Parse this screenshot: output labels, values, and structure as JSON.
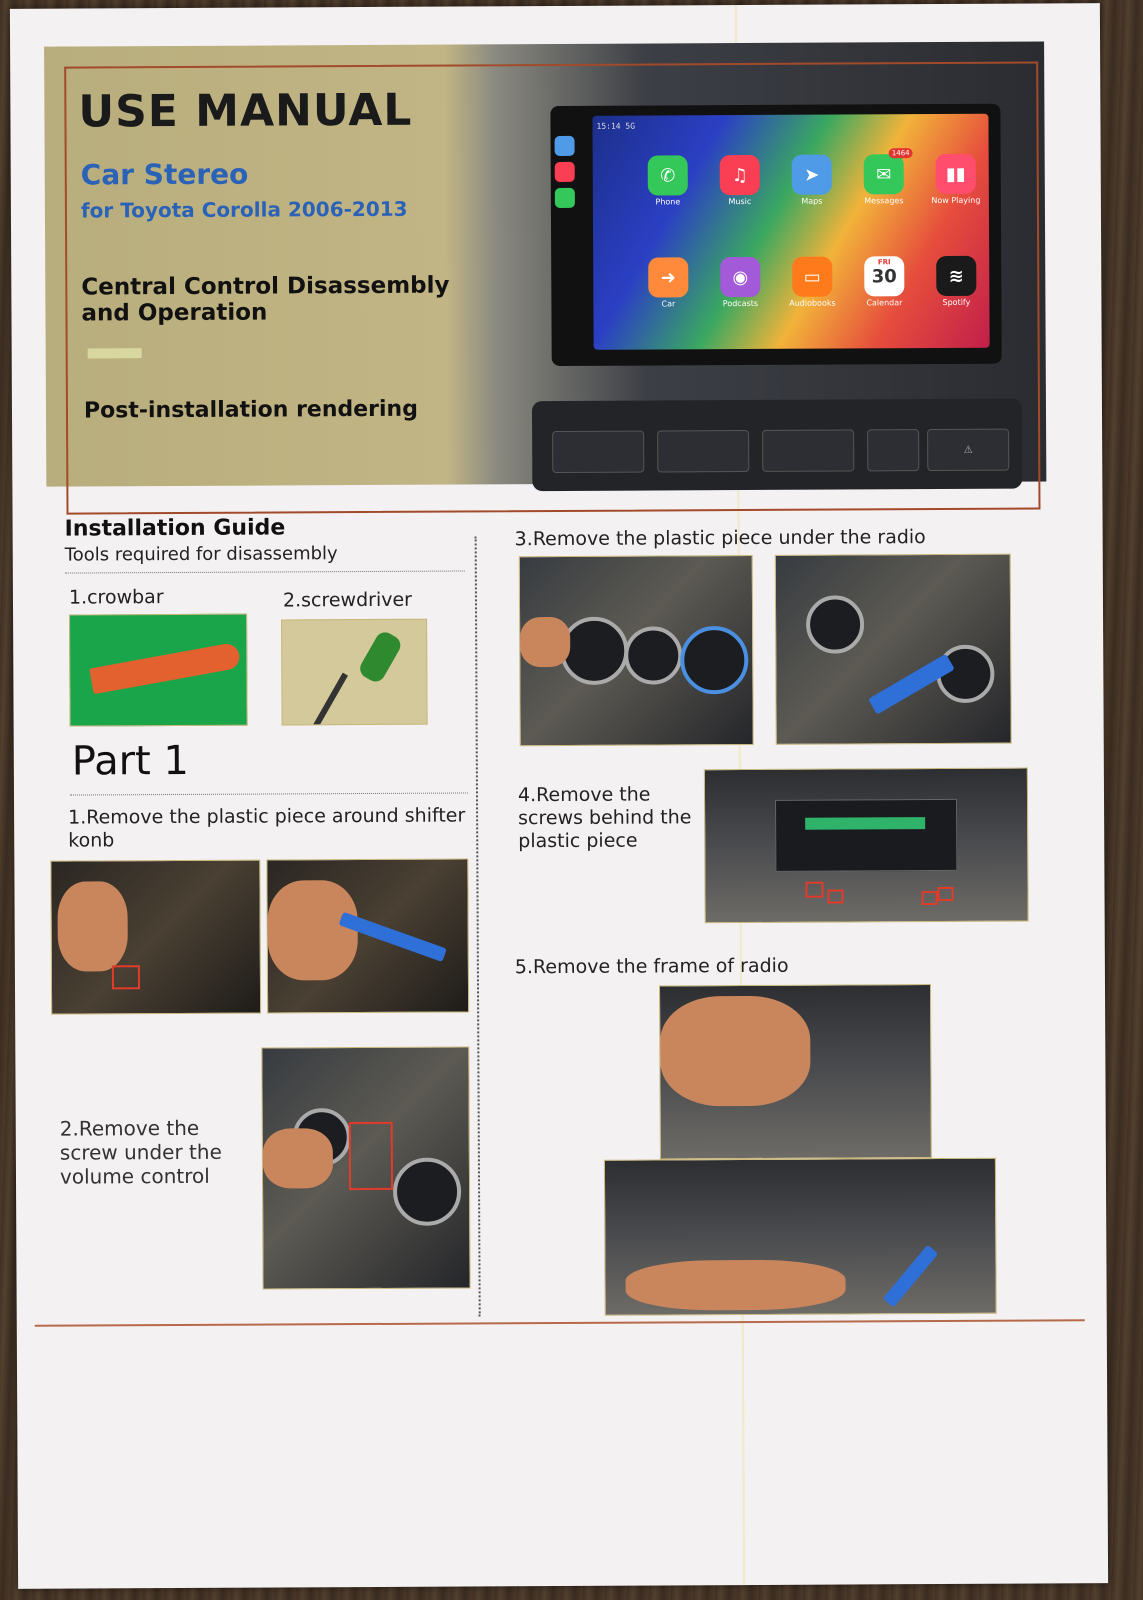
{
  "header": {
    "title": "USE MANUAL",
    "subtitle_line1": "Car Stereo",
    "subtitle_line2": "for Toyota Corolla 2006-2013",
    "central_control": "Central Control Disassembly and Operation",
    "post_install": "Post-installation rendering"
  },
  "screen": {
    "time": "15:14",
    "network": "5G",
    "apps": [
      {
        "label": "Phone",
        "color": "#34c759",
        "glyph": "✆"
      },
      {
        "label": "Music",
        "color": "#fa3e54",
        "glyph": "♫"
      },
      {
        "label": "Maps",
        "color": "#4f9be8",
        "glyph": "➤"
      },
      {
        "label": "Messages",
        "color": "#34c759",
        "glyph": "✉",
        "badge": "1464"
      },
      {
        "label": "Now Playing",
        "color": "#ff4d6d",
        "glyph": "▮▮"
      },
      {
        "label": "Car",
        "color": "#ff8a3c",
        "glyph": "➜"
      },
      {
        "label": "Podcasts",
        "color": "#a35ad8",
        "glyph": "◉"
      },
      {
        "label": "Audiobooks",
        "color": "#ff7a1a",
        "glyph": "▭"
      },
      {
        "label": "Calendar",
        "color": "#ffffff",
        "glyph": "30",
        "day": "FRI"
      },
      {
        "label": "Spotify",
        "color": "#1a1a1a",
        "glyph": "≋"
      }
    ]
  },
  "installation": {
    "heading": "Installation Guide",
    "tools_heading": "Tools required for disassembly",
    "tool1": "1.crowbar",
    "tool2": "2.screwdriver"
  },
  "part1": {
    "heading": "Part 1",
    "step1": "1.Remove the plastic piece around shifter konb",
    "step2": "2.Remove the screw under the volume control",
    "step3": "3.Remove the plastic piece under the radio",
    "step4": "4.Remove the screws behind the plastic piece",
    "step5": "5.Remove the frame of radio"
  }
}
